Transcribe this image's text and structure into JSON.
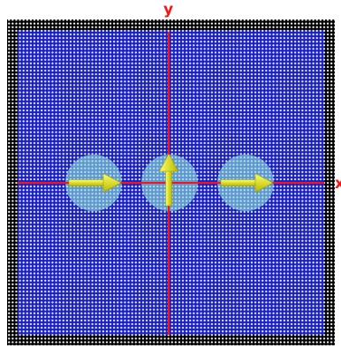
{
  "axes": {
    "x_label": "x",
    "y_label": "y"
  },
  "lattice": {
    "boundary_rows": 3,
    "interior_color": "#1a1fc0",
    "interior_dot_color": "#e6ecff",
    "boundary_color": "#000000",
    "boundary_dot_color": "#f4f4f4"
  },
  "colors": {
    "axis": "#ff1111",
    "region_fill": "#8fe0d8",
    "arrow": "#f2f200"
  },
  "regions": [
    {
      "name": "left-circular-region",
      "arrow": "right-arrow-icon"
    },
    {
      "name": "center-circular-region",
      "arrow": "up-arrow-icon"
    },
    {
      "name": "right-circular-region",
      "arrow": "right-arrow-icon"
    }
  ]
}
